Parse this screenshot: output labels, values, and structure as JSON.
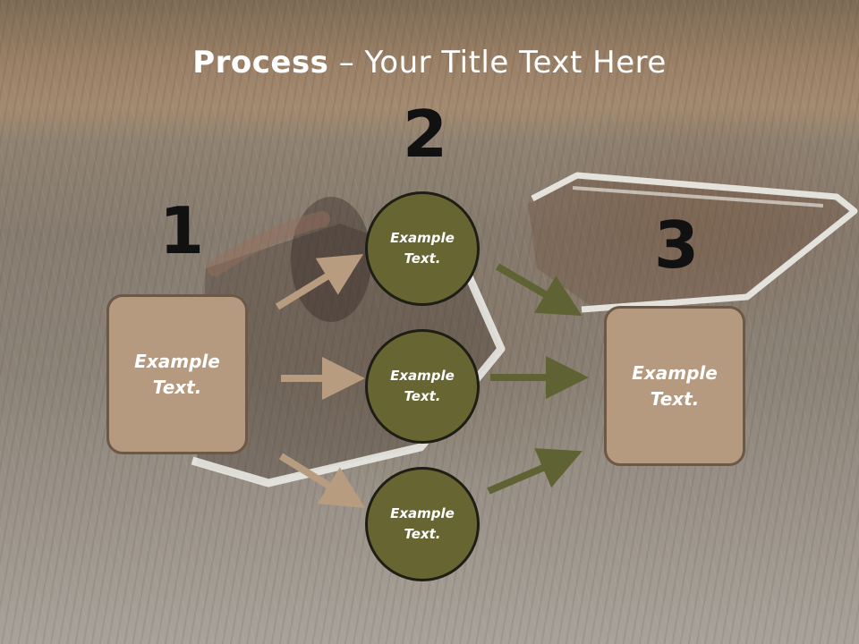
{
  "title": {
    "bold": "Process",
    "rest": " – Your Title Text Here"
  },
  "steps": {
    "one": "1",
    "two": "2",
    "three": "3"
  },
  "left_box": {
    "text": "Example Text."
  },
  "right_box": {
    "text": "Example Text."
  },
  "circles": [
    {
      "text": "Example Text."
    },
    {
      "text": "Example Text."
    },
    {
      "text": "Example Text."
    }
  ],
  "colors": {
    "box_fill": "#b69a80",
    "circle_fill": "#676633",
    "left_arrow": "#b89c80",
    "right_arrow": "#5f6333"
  }
}
